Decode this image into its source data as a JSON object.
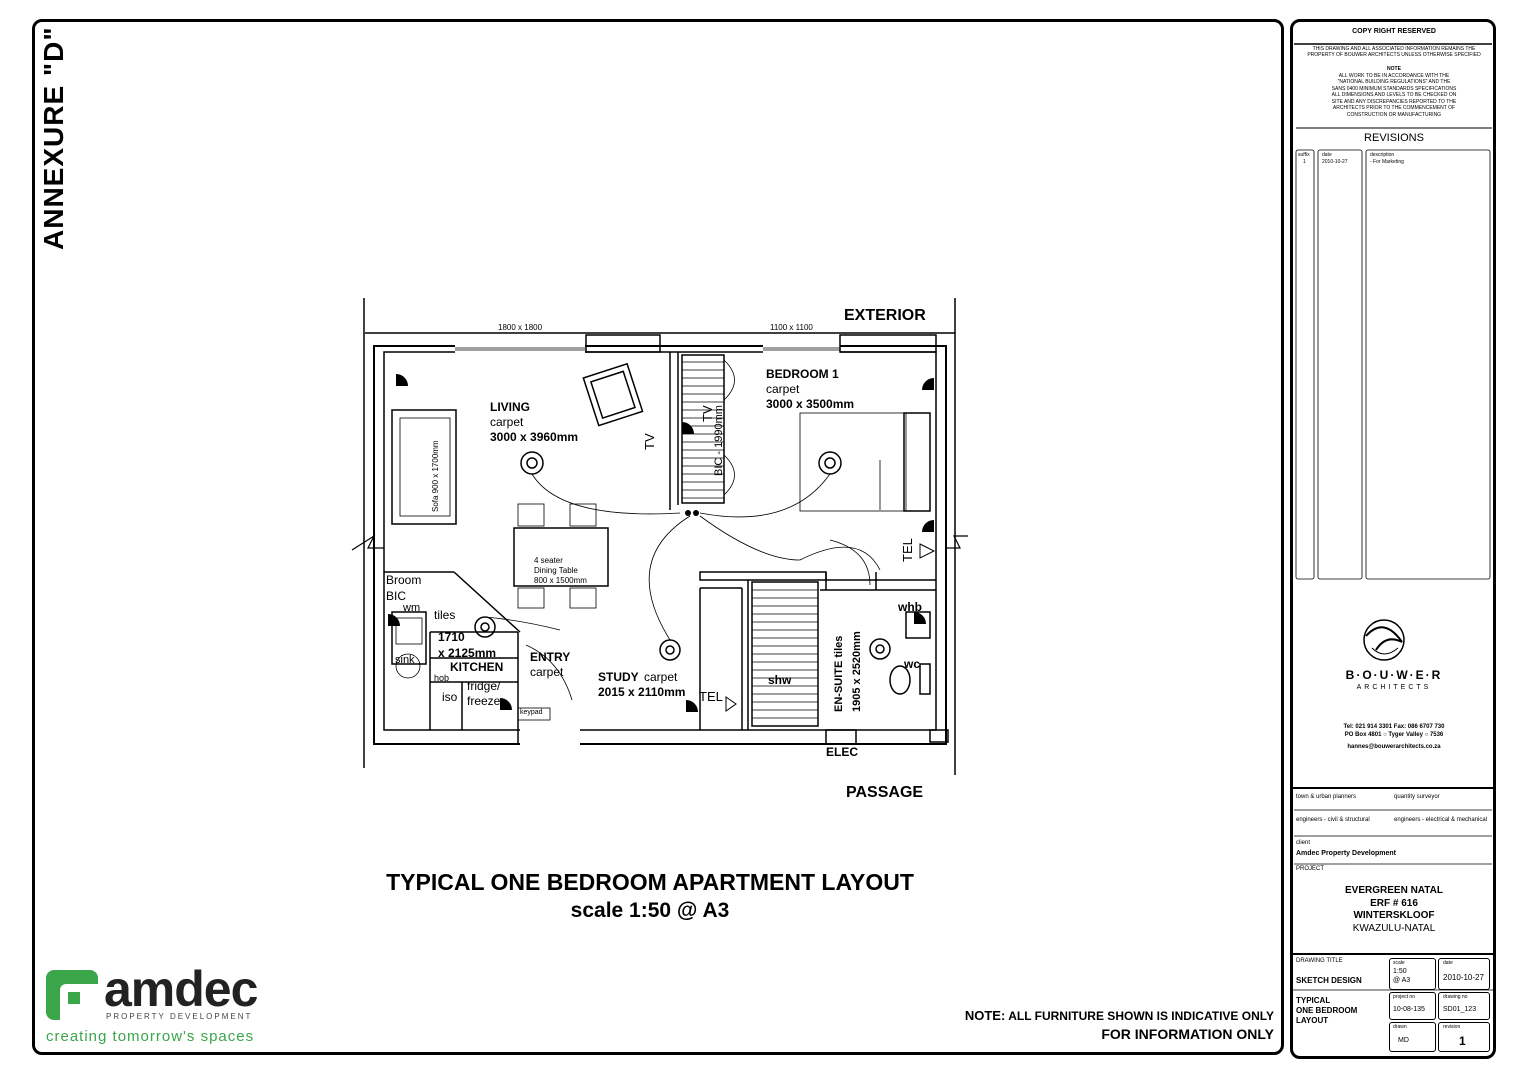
{
  "annexure": "ANNEXURE \"D\"",
  "plan": {
    "window_left": "1800 x 1800",
    "window_right": "1100 x 1100",
    "exterior": "EXTERIOR",
    "passage": "PASSAGE",
    "living": {
      "name": "LIVING",
      "floor": "carpet",
      "size": "3000 x 3960mm"
    },
    "bedroom": {
      "name": "BEDROOM 1",
      "floor": "carpet",
      "size": "3000 x 3500mm"
    },
    "sofa": "Sofa 900 x 1700mm",
    "dining": {
      "l1": "4 seater",
      "l2": "Dining Table",
      "l3": "800 x 1500mm"
    },
    "tv_living": "TV",
    "tv_bed": "TV",
    "bic_bed": "BIC - 1990mm",
    "tel_bed": "TEL",
    "broom": "Broom",
    "bic_kitchen": "BIC",
    "wm": "wm",
    "tiles": "tiles",
    "sink": "sink",
    "kitchen_size1": "1710",
    "kitchen_size2": "x 2125mm",
    "kitchen": "KITCHEN",
    "hob": "hob",
    "iso": "iso",
    "fridge": "fridge/",
    "freezer": "freezer",
    "keypad": "keypad",
    "entry": {
      "name": "ENTRY",
      "floor": "carpet"
    },
    "study": {
      "name": "STUDY",
      "floor": "carpet",
      "size": "2015 x 2110mm"
    },
    "tel_study": "TEL",
    "shw": "shw",
    "ensuite": "EN-SUITE tiles",
    "ensuite_size": "1905 x 2520mm",
    "whb": "whb",
    "wc": "wc",
    "elec": "ELEC"
  },
  "title": {
    "line1": "TYPICAL ONE BEDROOM APARTMENT LAYOUT",
    "line2": "scale 1:50 @ A3"
  },
  "logo": {
    "word": "amdec",
    "sub": "PROPERTY DEVELOPMENT",
    "tagline": "creating tomorrow's spaces"
  },
  "notes": {
    "note_label": "NOTE:",
    "note_text": "ALL FURNITURE SHOWN IS INDICATIVE ONLY",
    "info": "FOR INFORMATION ONLY"
  },
  "sidebar": {
    "copyright": "COPY RIGHT RESERVED",
    "copy_text_1": "THIS DRAWING AND ALL ASSOCIATED INFORMATION REMAINS THE",
    "copy_text_2": "PROPERTY OF BOUWER ARCHITECTS UNLESS OTHERWISE SPECIFIED",
    "note_title": "NOTE",
    "note_1": "ALL WORK TO BE IN ACCORDANCE WITH THE",
    "note_2": "\"NATIONAL BUILDING REGULATIONS\" AND THE",
    "note_3": "SANS 0400 MINIMUM STANDARDS SPECIFICATIONS",
    "note_4": "ALL DIMENSIONS AND LEVELS TO BE CHECKED ON",
    "note_5": "SITE AND ANY DISCREPANCIES REPORTED TO THE",
    "note_6": "ARCHITECTS PRIOR TO THE COMMENCEMENT OF",
    "note_7": "CONSTRUCTION OR MANUFACTURING",
    "revisions_title": "REVISIONS",
    "rev_h_suffix": "suffix",
    "rev_h_date": "date",
    "rev_h_desc": "description",
    "rev_suffix": "1",
    "rev_date": "2010-10-27",
    "rev_desc": "- For Marketing",
    "firm": "B·O·U·W·E·R",
    "firm_sub": "ARCHITECTS",
    "contact_1": "Tel: 021 914 3301  Fax: 086 6707 730",
    "contact_2": "PO Box 4801 ○ Tyger Valley ○ 7536",
    "contact_3": "hannes@bouwerarchitects.co.za",
    "town_planners": "town & urban planners",
    "quantity_surveyor": "quantity surveyor",
    "eng_civil": "engineers - civil & structural",
    "eng_elec": "engineers - electrical & mechanical",
    "client_label": "client",
    "client": "Amdec Property Development",
    "project_label": "PROJECT",
    "project_1": "EVERGREEN NATAL",
    "project_2": "ERF # 616",
    "project_3": "WINTERSKLOOF",
    "project_4": "KWAZULU-NATAL",
    "drawing_title_label": "DRAWING TITLE",
    "drawing_title_1": "SKETCH DESIGN",
    "drawing_title_2": "TYPICAL",
    "drawing_title_3": "ONE BEDROOM",
    "drawing_title_4": "LAYOUT",
    "scale_label": "scale",
    "scale_1": "1:50",
    "scale_2": "@ A3",
    "date_label": "date",
    "date": "2010-10-27",
    "project_no_label": "project no",
    "project_no": "10-08-135",
    "drawing_no_label": "drawing no",
    "drawing_no": "SD01_123",
    "drawn_label": "drawn",
    "drawn": "MD",
    "revision_label": "revision",
    "revision": "1"
  }
}
